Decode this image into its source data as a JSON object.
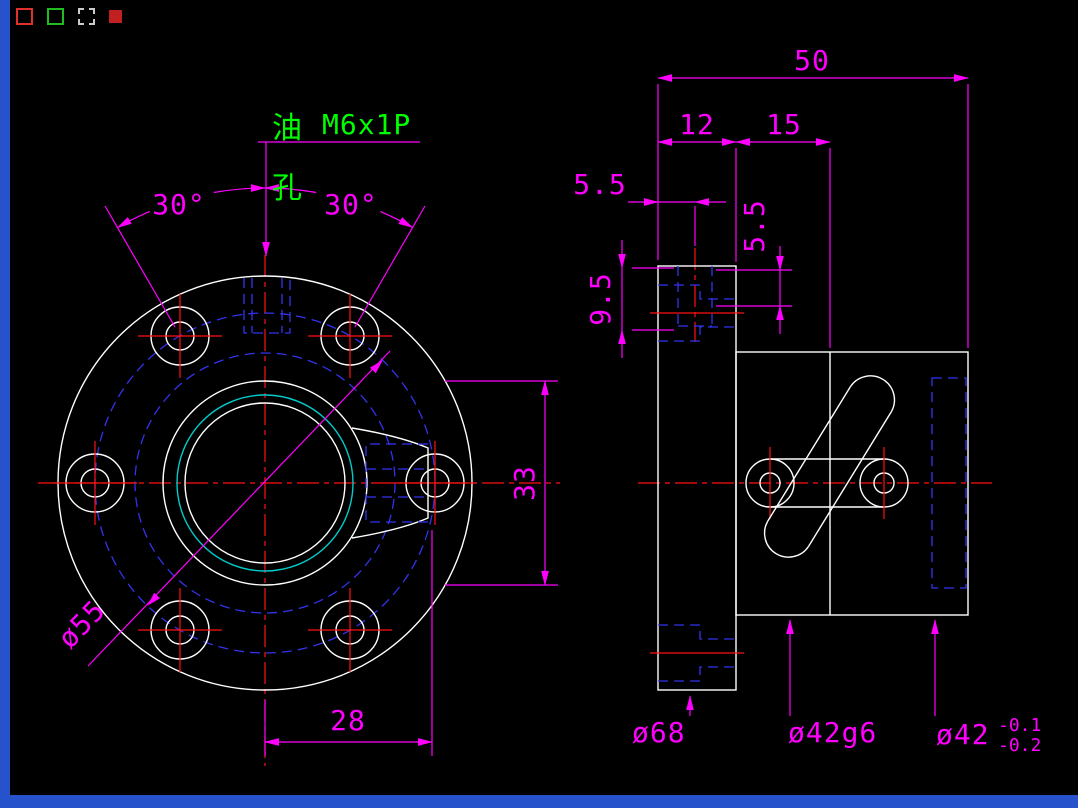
{
  "colors": {
    "bg": "#000000",
    "border": "#2653CC",
    "outline": "#FFFFFF",
    "hidden": "#3333EE",
    "center": "#FF1111",
    "dim": "#FF00FF",
    "callout": "#00FF00",
    "highlight": "#00CCCC"
  },
  "corner_icons": [
    "red-outline-icon",
    "green-outline-icon",
    "white-dashed-icon",
    "red-solid-icon"
  ],
  "front": {
    "callout": {
      "char_top": "油",
      "char_bottom": "孔",
      "thread": "M6x1P"
    },
    "dims": {
      "angle_left": "30°",
      "angle_right": "30°",
      "bolt_circle_dia": "ø55",
      "bore_dia": "33",
      "boss_offset": "28"
    }
  },
  "side": {
    "dims": {
      "overall_length": "50",
      "flange_thickness": "12",
      "pilot_length": "15",
      "oil_hole_offset": "5.5",
      "counterbore_depth": "5.5",
      "oil_hole_depth": "9.5",
      "flange_od": "ø68",
      "pilot_dia": "ø42g6",
      "bore_dia": "ø42",
      "bore_tol_upper": "-0.1",
      "bore_tol_lower": "-0.2"
    }
  }
}
